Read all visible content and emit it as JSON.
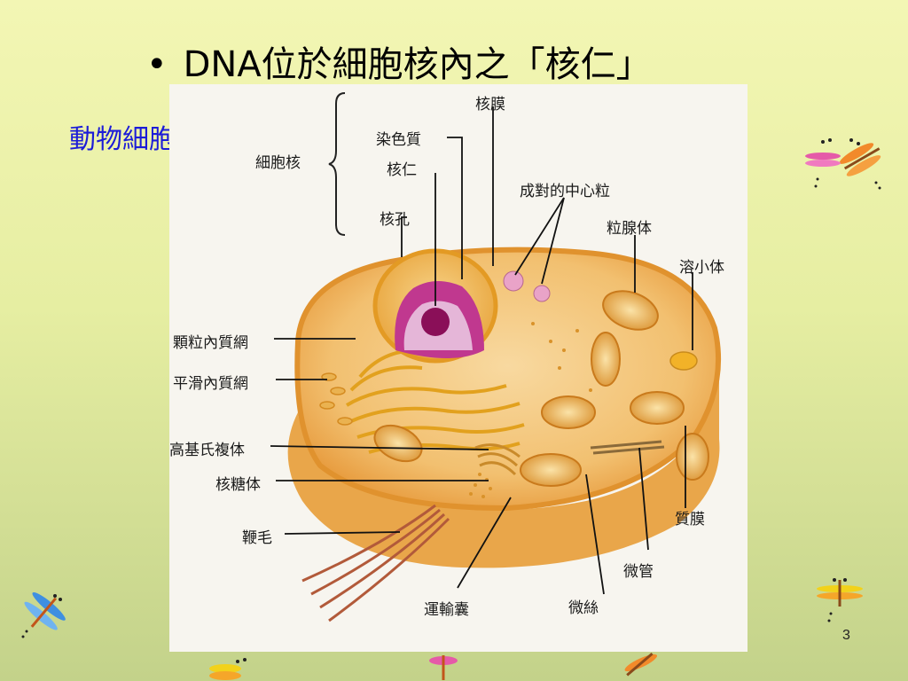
{
  "slide": {
    "bullet": "•",
    "title": "DNA位於細胞核內之「核仁」",
    "caption": "動物細胞",
    "page_number": "3"
  },
  "diagram": {
    "labels": {
      "nucleus_group": "細胞核",
      "nuclear_membrane": "核膜",
      "chromatin": "染色質",
      "nucleolus": "核仁",
      "nuclear_pore": "核孔",
      "centrioles": "成對的中心粒",
      "mitochondria": "粒腺体",
      "lysosome": "溶小体",
      "rough_er": "顆粒內質網",
      "smooth_er": "平滑內質網",
      "golgi": "高基氏複体",
      "ribosome": "核糖体",
      "flagellum": "鞭毛",
      "plasma_membrane": "質膜",
      "microtubule": "微管",
      "microfilament": "微絲",
      "transport_vesicle": "運輸囊"
    },
    "colors": {
      "cytoplasm": "#f3c478",
      "membrane": "#e69a3a",
      "nucleus": "#f0b23e",
      "nucleolus": "#a0126e",
      "organelle": "#e0a12c"
    }
  },
  "decor": {
    "icon": "dragonfly-icon"
  }
}
